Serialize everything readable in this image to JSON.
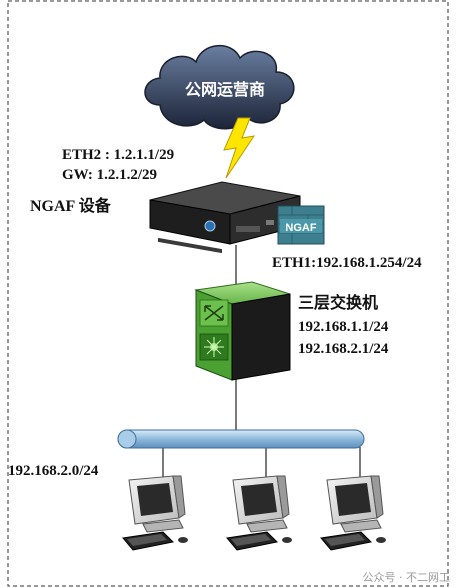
{
  "cloud": {
    "label": "公网运营商"
  },
  "firewall": {
    "eth2": "ETH2 : 1.2.1.1/29",
    "gw": "GW: 1.2.1.2/29",
    "name": "NGAF 设备",
    "badge": "NGAF",
    "eth1": "ETH1:192.168.1.254/24"
  },
  "switch": {
    "name": "三层交换机",
    "ip1": "192.168.1.1/24",
    "ip2": "192.168.2.1/24"
  },
  "lan": {
    "subnet": "192.168.2.0/24"
  },
  "watermark": "公众号 · 不二网工"
}
